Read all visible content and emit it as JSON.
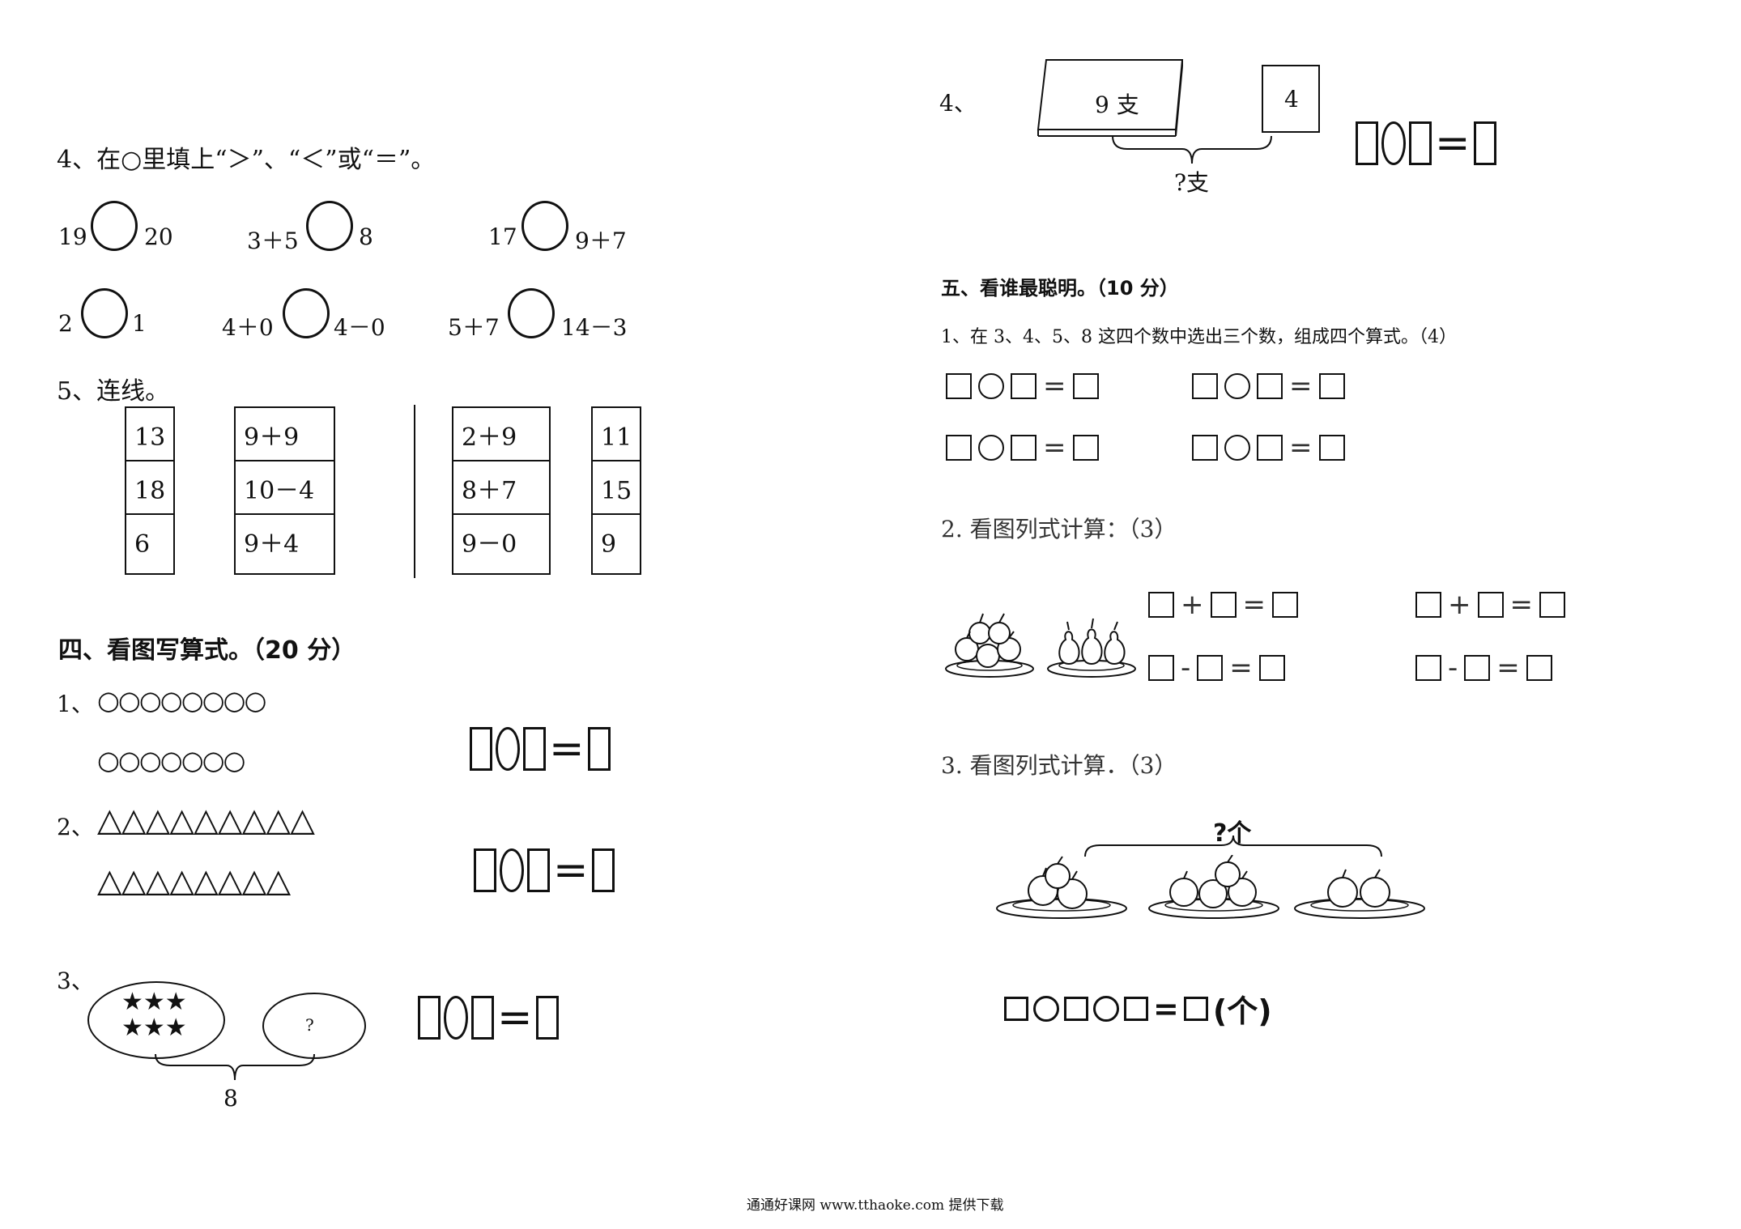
{
  "left": {
    "q4_title": "4、在○里填上“＞”、“＜”或“＝”。",
    "compare": [
      {
        "a": "19",
        "b": "20"
      },
      {
        "a": "3＋5",
        "b": "8"
      },
      {
        "a": "17",
        "b": "9＋7"
      },
      {
        "a": "2",
        "b": "1"
      },
      {
        "a": "4＋0",
        "b": "4－0"
      },
      {
        "a": "5＋7",
        "b": "14－3"
      }
    ],
    "q5_title": "5、连线。",
    "match_cols": [
      [
        "13",
        "18",
        "6"
      ],
      [
        "9＋9",
        "10－4",
        "9＋4"
      ],
      [
        "2＋9",
        "8＋7",
        "9－0"
      ],
      [
        "11",
        "15",
        "9"
      ]
    ],
    "sec4_title": "四、看图写算式。（20 分）",
    "p1_label": "1、",
    "p1_row1": "○○○○○○○○",
    "p1_row2": "○○○○○○○",
    "p2_label": "2、",
    "p2_row1": "△△△△△△△△△",
    "p2_row2": "△△△△△△△△",
    "p3_label": "3、",
    "p3_stars": "★★★\n★★★",
    "p3_q": "?",
    "p3_total": "8",
    "eq_op": "="
  },
  "right": {
    "p4_label": "4、",
    "p4_box": "9 支",
    "p4_small": "4",
    "p4_brace": "?支",
    "sec5_title": "五、看谁最聪明。（10 分）",
    "s1_title": "1、在 3、4、5、8 这四个数中选出三个数，组成四个算式。（4）",
    "s2_title": "2. 看图列式计算：（3）",
    "s3_title": "3. 看图列式计算．（3）",
    "s3_brace": "?个",
    "s3_unit": "(个)",
    "ops": {
      "eq": "=",
      "plus": "+",
      "minus": "-"
    }
  },
  "footer": "通通好课网 www.tthaoke.com 提供下载"
}
